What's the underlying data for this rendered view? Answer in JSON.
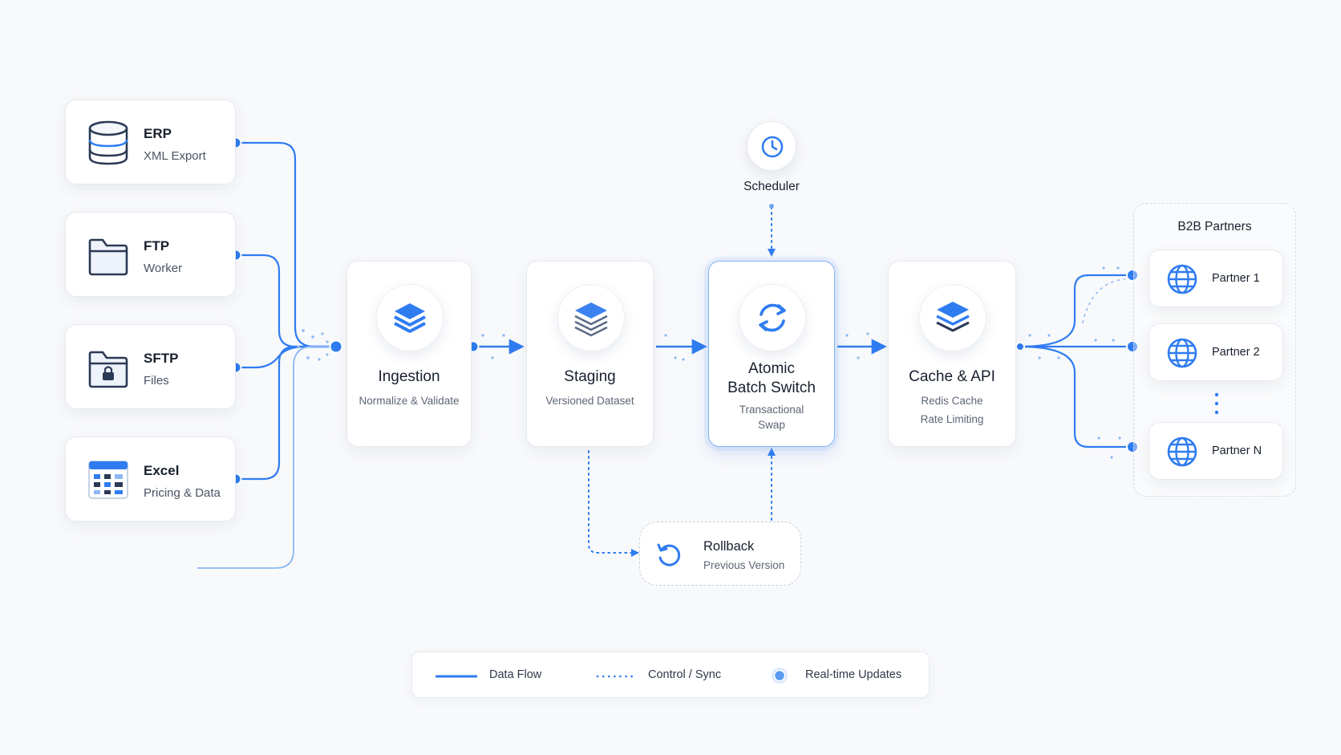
{
  "colors": {
    "accent": "#2f7cf0",
    "accent_light": "#8db8f5",
    "icon_dark": "#2b3a55",
    "card_border": "#e6e9ef",
    "background": "#f8f9fb"
  },
  "sources": [
    {
      "title": "ERP",
      "subtitle": "XML Export",
      "icon": "database-icon"
    },
    {
      "title": "FTP",
      "subtitle": "Worker",
      "icon": "folder-icon"
    },
    {
      "title": "SFTP",
      "subtitle": "Files",
      "icon": "locked-folder-icon"
    },
    {
      "title": "Excel",
      "subtitle": "Pricing & Data",
      "icon": "spreadsheet-icon"
    }
  ],
  "pipeline": {
    "ingestion": {
      "title": "Ingestion",
      "subtitle": "Normalize & Validate",
      "icon": "layers-icon"
    },
    "staging": {
      "title": "Staging",
      "subtitle": "Versioned Dataset",
      "icon": "layers-icon"
    },
    "atomic_switch": {
      "title_line1": "Atomic",
      "title_line2": "Batch Switch",
      "subtitle_line1": "Transactional",
      "subtitle_line2": "Swap",
      "icon": "sync-icon"
    },
    "cache_api": {
      "title": "Cache & API",
      "subtitle_line1": "Redis Cache",
      "subtitle_line2": "Rate Limiting",
      "icon": "layers-icon"
    }
  },
  "scheduler": {
    "label": "Scheduler",
    "icon": "clock-icon"
  },
  "rollback": {
    "title": "Rollback",
    "subtitle": "Previous Version",
    "icon": "undo-icon"
  },
  "partners": {
    "group_title": "B2B Partners",
    "items": [
      {
        "label": "Partner 1",
        "icon": "globe-icon"
      },
      {
        "label": "Partner 2",
        "icon": "globe-icon"
      },
      {
        "label": "Partner N",
        "icon": "globe-icon"
      }
    ]
  },
  "legend": {
    "data_flow": "Data Flow",
    "control_sync": "Control / Sync",
    "realtime": "Real-time Updates"
  }
}
